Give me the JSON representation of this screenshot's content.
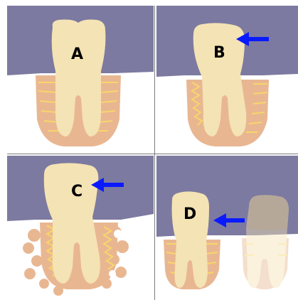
{
  "panels": [
    {
      "label": "A",
      "arrow": false
    },
    {
      "label": "B",
      "arrow": true
    },
    {
      "label": "C",
      "arrow": true
    },
    {
      "label": "D",
      "arrow": true
    }
  ],
  "colors": {
    "background": "#7c7aa0",
    "gum": "#ffffff",
    "tooth": "#f4e3b4",
    "bone": "#e8b792",
    "ligament": "#f7d66a",
    "arrow": "#0a1aff",
    "ghost_crown": "#b6a797"
  }
}
